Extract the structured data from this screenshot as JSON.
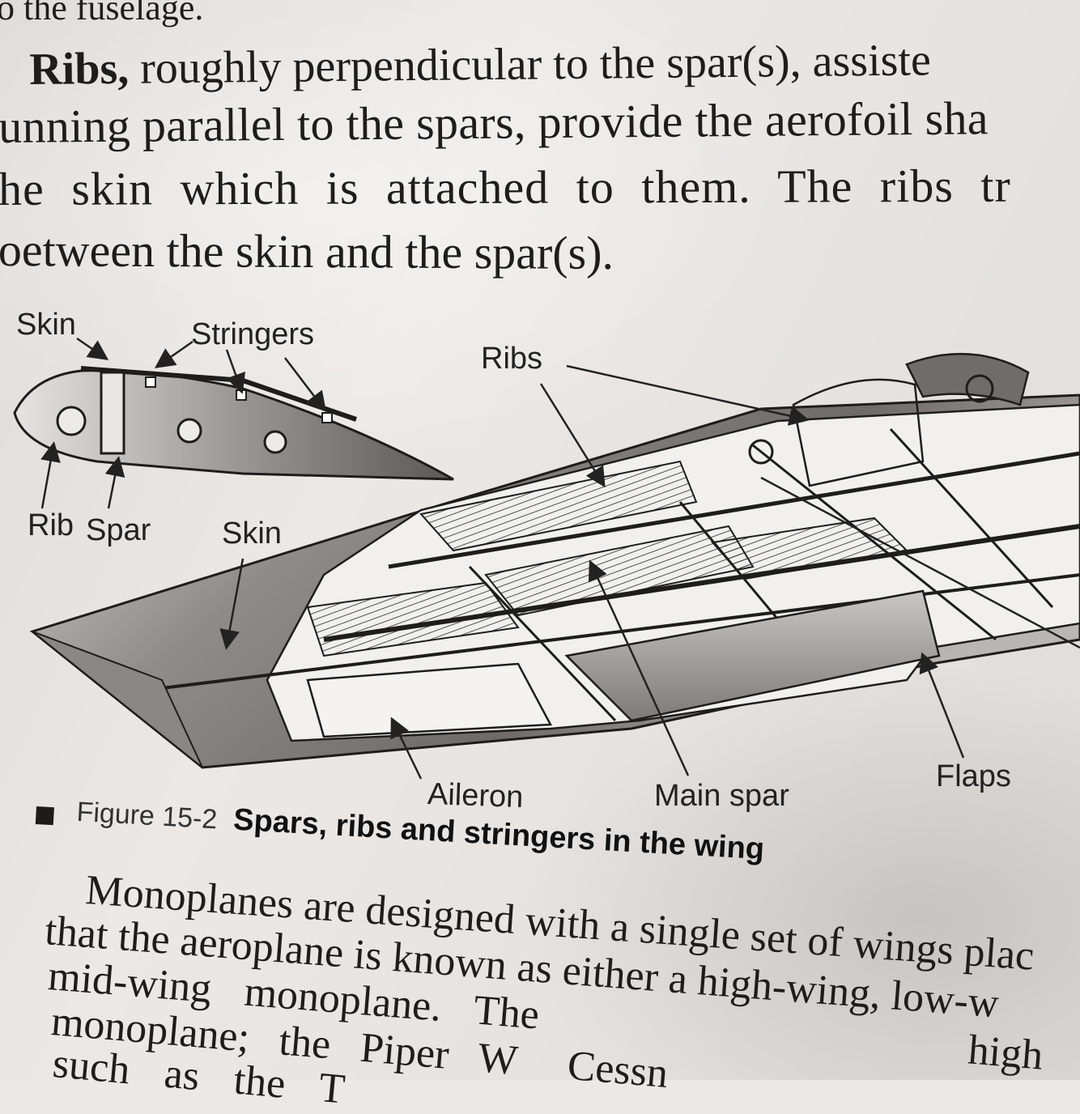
{
  "text": {
    "top_line": "o the fuselage.",
    "p1": {
      "l1_bold": "Ribs,",
      "l1_rest": " roughly perpendicular to the spar(s), assiste",
      "l2": "unning parallel to the spars, provide the aerofoil sha",
      "l3": "he skin which is attached to them. The ribs tr",
      "l4": "oetween the skin and the spar(s)."
    },
    "p2": {
      "l1": "Monoplanes are designed with a single set of wings plac",
      "l2": "that the aeroplane is known as either a high-wing, low-w",
      "l3": "mid-wing monoplane. The",
      "l3_right": "high",
      "l4": "monoplane; the Piper W",
      "l4_mid": "Cessn",
      "l5": "such as the T"
    }
  },
  "figure": {
    "labels": {
      "skin_top": "Skin",
      "stringers": "Stringers",
      "ribs": "Ribs",
      "rib": "Rib",
      "spar": "Spar",
      "skin_wing": "Skin",
      "aileron": "Aileron",
      "main_spar": "Main spar",
      "flaps": "Flaps"
    },
    "caption_number": "Figure 15-2",
    "caption_title": "Spars, ribs and stringers in the wing"
  }
}
